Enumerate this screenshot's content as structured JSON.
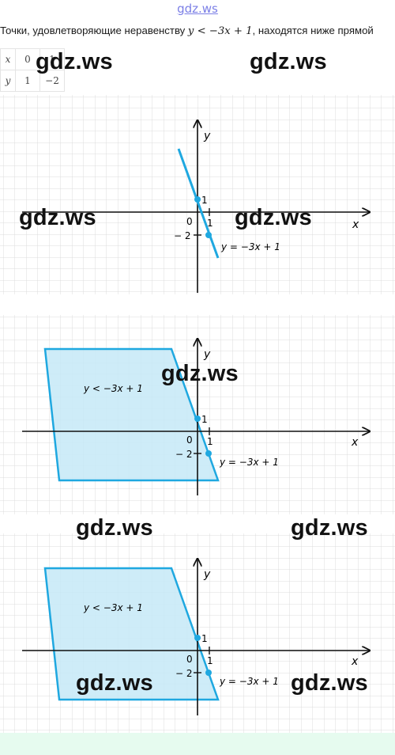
{
  "header": {
    "site_link": "gdz.ws"
  },
  "statement": {
    "text_before": "Точки, удовлетворяющие неравенству ",
    "inequality": "y < −3x + 1",
    "text_after": ", находятся ниже прямой"
  },
  "value_table": {
    "row_x": {
      "head": "x",
      "cells": [
        "0",
        "1"
      ]
    },
    "row_y": {
      "head": "y",
      "cells": [
        "1",
        "−2"
      ]
    }
  },
  "graph": {
    "x_axis_label": "x",
    "y_axis_label": "y",
    "origin_label": "0",
    "x_tick_label": "1",
    "y_tick_label": "1",
    "y_neg_tick_label": "− 2",
    "line_label": "y = −3x + 1",
    "region_label": "y < −3x + 1"
  },
  "colors": {
    "line": "#1fa8e0",
    "fill": "#c6e9f7",
    "grid": "#dcdcdc",
    "axis": "#111111"
  },
  "watermarks": {
    "w1": "gdz.ws",
    "w2": "gdz.ws",
    "w3": "gdz.ws",
    "w4": "gdz.ws",
    "w5": "gdz.ws",
    "w6": "gdz.ws",
    "w7": "gdz.ws",
    "w8": "gdz.ws",
    "w9": "gdz.ws"
  }
}
